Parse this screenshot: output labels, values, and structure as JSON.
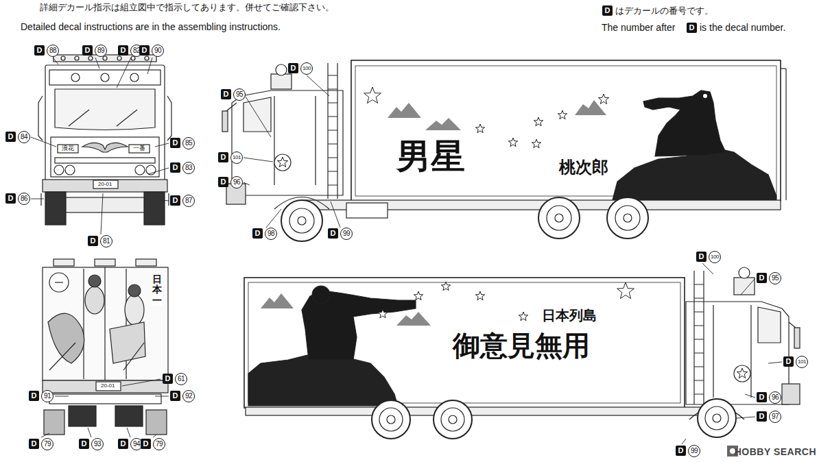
{
  "diagram": {
    "labels": [
      "詳細デカール指示は組立図中で指示してあります。併せてご確認下さい。",
      "Detailed decal instructions are in the assembling instructions.",
      "D",
      "はデカールの番号です。",
      "The number after",
      "D",
      "is the decal number.",
      "D",
      "88",
      "D",
      "89",
      "D",
      "82",
      "D",
      "90",
      "D",
      "84",
      "D",
      "85",
      "D",
      "83",
      "D",
      "86",
      "D",
      "87",
      "D",
      "81",
      "D",
      "100",
      "D",
      "95",
      "D",
      "101",
      "D",
      "96",
      "D",
      "98",
      "D",
      "99",
      "D",
      "61",
      "D",
      "91",
      "D",
      "92",
      "D",
      "79",
      "D",
      "93",
      "D",
      "94",
      "D",
      "79",
      "D",
      "100",
      "D",
      "95",
      "D",
      "101",
      "D",
      "96",
      "D",
      "99",
      "D",
      "97",
      "男星",
      "桃次郎",
      "日本列島",
      "御意見無用",
      "日本一",
      "浪花",
      "一番",
      "20-01",
      "20-01",
      "HOBBY SEARCH"
    ]
  }
}
